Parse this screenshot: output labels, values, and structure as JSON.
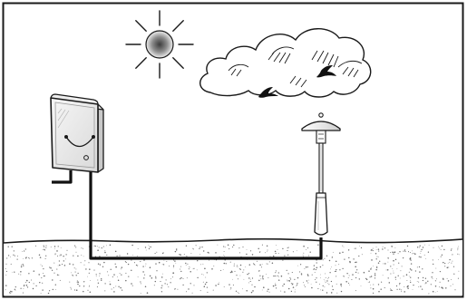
{
  "colors": {
    "background": "#ffffff",
    "outline": "#1a1a1a",
    "cable": "#111111",
    "ground_dot": "#6e6e6e",
    "sun_core": "#4a4a4a",
    "box_front": "#e9e9e9",
    "box_side": "#cfcfcf"
  },
  "icons": {
    "sun": "sun-icon",
    "cloud": "cloud-icon",
    "birds": "bird-icon",
    "control_box": "control-box-icon",
    "lamp": "garden-lamp-icon",
    "ground": "ground-soil",
    "cable": "buried-cable"
  },
  "scene": {
    "bird_count": 2,
    "sun_ray_count": 8
  }
}
